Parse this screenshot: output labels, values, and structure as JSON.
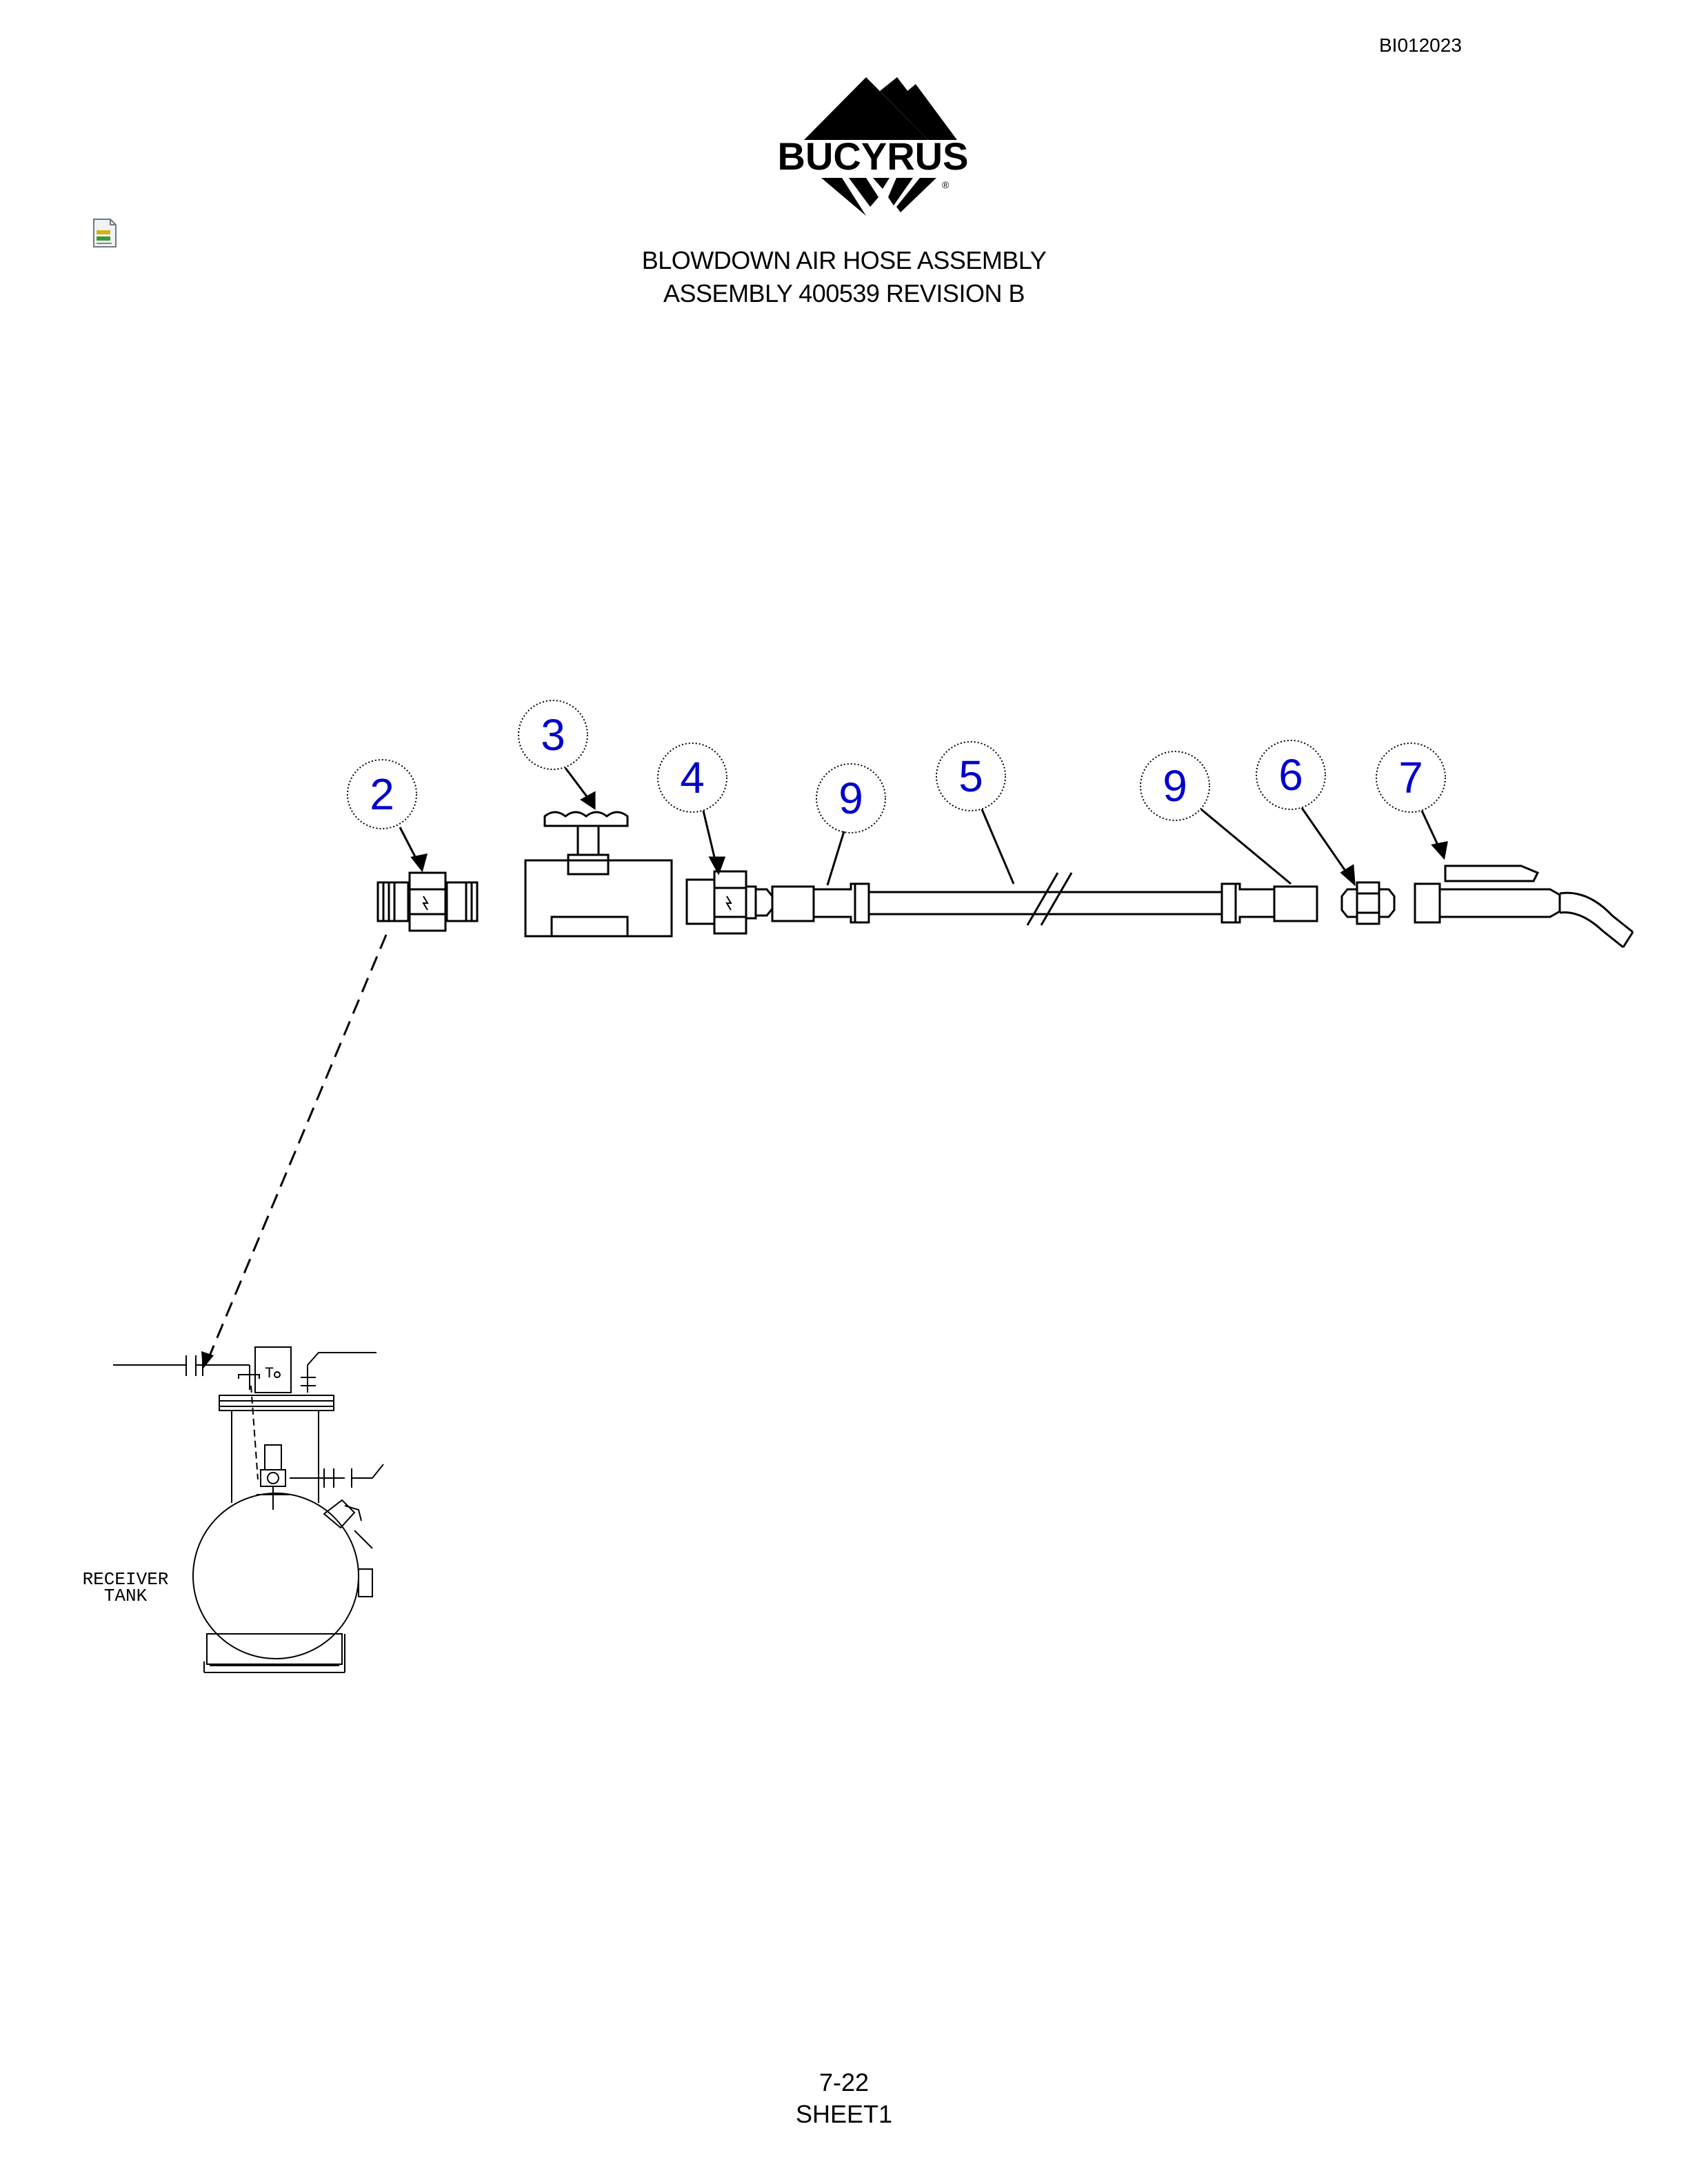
{
  "header": {
    "doc_code": "BI012023",
    "logo_text": "BUCYRUS",
    "logo_registered": "®"
  },
  "title": {
    "line1": "BLOWDOWN AIR HOSE ASSEMBLY",
    "line2": "ASSEMBLY 400539 REVISION B"
  },
  "diagram": {
    "callouts": [
      "2",
      "3",
      "4",
      "9",
      "5",
      "9",
      "6",
      "7"
    ],
    "callout_color": "#0000cc",
    "tank_label_line1": "RECEIVER",
    "tank_label_line2": "TANK"
  },
  "footer": {
    "page": "7-22",
    "sheet": "SHEET1"
  },
  "icons": [
    "document-icon"
  ]
}
